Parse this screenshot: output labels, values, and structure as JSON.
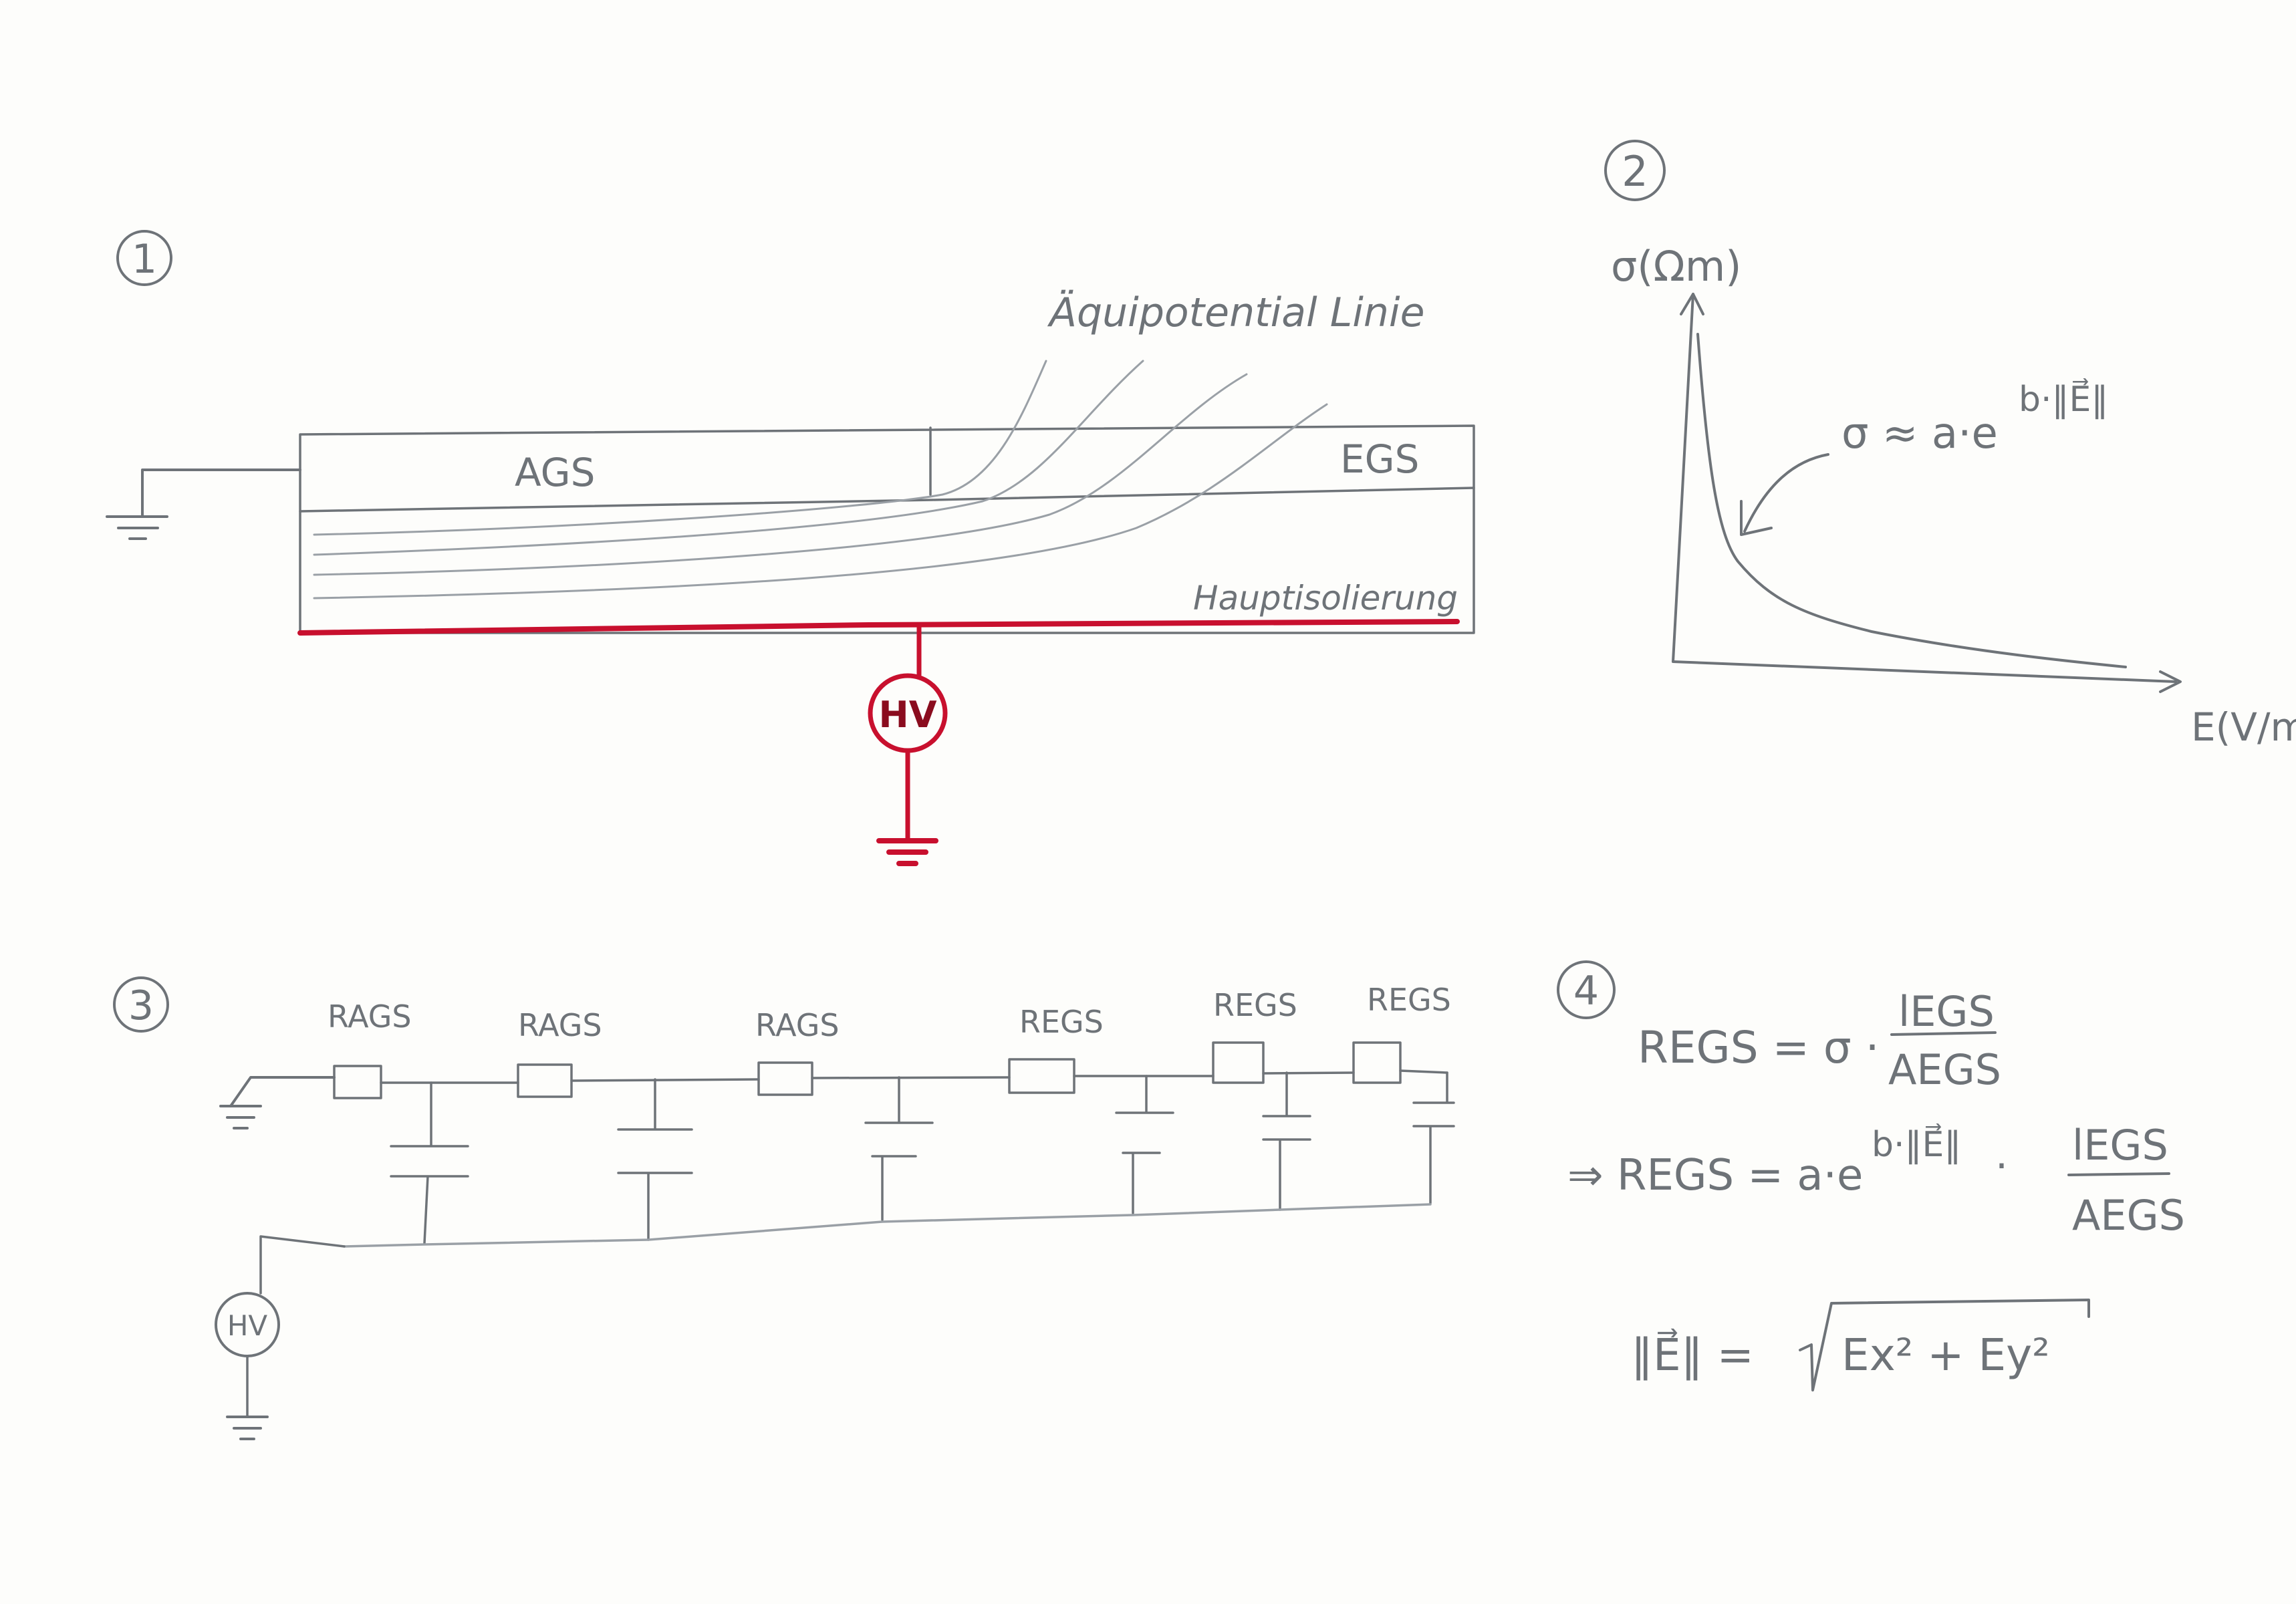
{
  "panel1": {
    "number": "1",
    "label_equipotential": "Äquipotential Linie",
    "label_ags": "AGS",
    "label_egs": "EGS",
    "label_main_insulation": "Hauptisolierung",
    "source_label": "HV",
    "colors": {
      "ink": "#6e7378",
      "hv": "#c8102e"
    }
  },
  "panel2": {
    "number": "2",
    "y_axis_label": "σ(Ωm)",
    "x_axis_label": "E(V/m)",
    "formula_lhs": "σ ≈ a·e",
    "formula_exp": "b·‖E⃗‖"
  },
  "panel3": {
    "number": "3",
    "resistors": [
      "RAGS",
      "RAGS",
      "RAGS",
      "REGS",
      "REGS",
      "REGS"
    ],
    "source_label": "HV"
  },
  "panel4": {
    "number": "4",
    "eq1_lhs": "REGS = σ ·",
    "eq1_num": "lEGS",
    "eq1_den": "AEGS",
    "eq2_lhs": "⇒ REGS = a·e",
    "eq2_exp": "b·‖E⃗‖",
    "eq2_dot": "·",
    "eq2_num": "lEGS",
    "eq2_den": "AEGS",
    "eq3_lhs": "‖E⃗‖ =",
    "eq3_rad": "Ex² + Ey²"
  }
}
